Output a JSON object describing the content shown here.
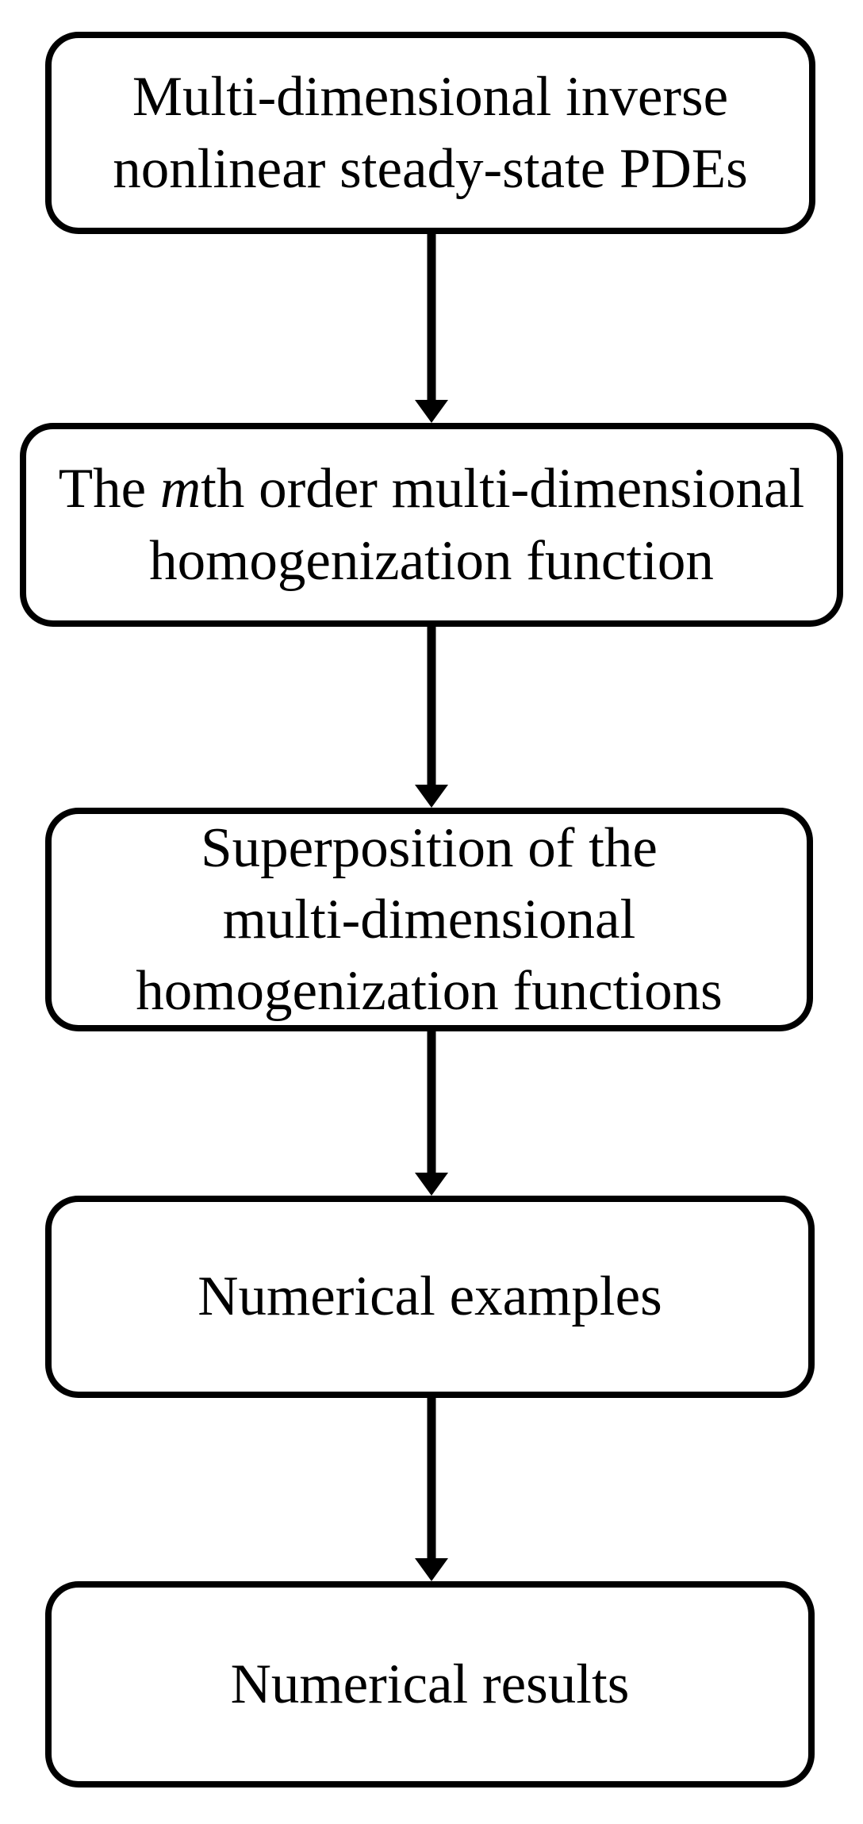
{
  "flowchart": {
    "style": {
      "border_color": "#000000",
      "text_color": "#000000",
      "background": "#ffffff"
    },
    "boxes": [
      {
        "name": "multi-dimensional-inverse-nonlinear-steady-state-pdes",
        "lines": [
          "Multi-dimensional inverse",
          "nonlinear steady-state PDEs"
        ]
      },
      {
        "name": "mth-order-multi-dimensional-homogenization-function",
        "line1_pre": "The ",
        "line1_italic": "m",
        "line1_post": "th order multi-dimensional",
        "line2": "homogenization function"
      },
      {
        "name": "superposition-of-homogenization-functions",
        "lines": [
          "Superposition of the",
          "multi-dimensional",
          "homogenization functions"
        ]
      },
      {
        "name": "numerical-examples",
        "lines": [
          "Numerical examples"
        ]
      },
      {
        "name": "numerical-results",
        "lines": [
          "Numerical results"
        ]
      }
    ]
  }
}
